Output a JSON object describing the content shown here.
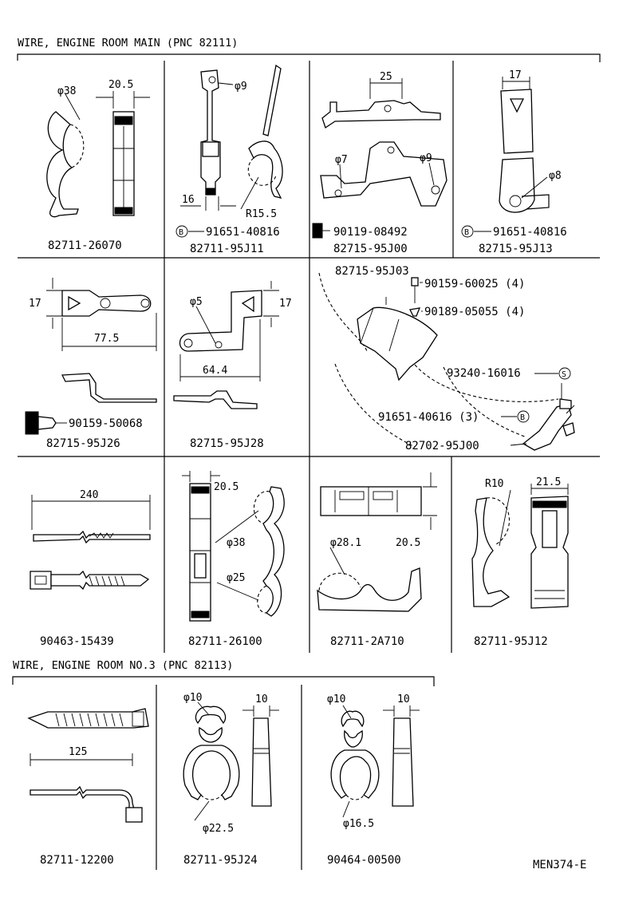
{
  "sections": {
    "main": "WIRE, ENGINE ROOM MAIN (PNC 82111)",
    "no3": "WIRE, ENGINE ROOM NO.3 (PNC 82113)"
  },
  "row1": {
    "c1": {
      "d1": "φ38",
      "d2": "20.5",
      "part": "82711-26070"
    },
    "c2": {
      "d1": "φ9",
      "d2": "16",
      "d3": "R15.5",
      "sub_symbol": "B",
      "sub_part": "91651-40816",
      "part": "82711-95J11"
    },
    "c3": {
      "d1": "25",
      "d2": "φ7",
      "d3": "φ9",
      "sub_part": "90119-08492",
      "part": "82715-95J00"
    },
    "c4": {
      "d1": "17",
      "d2": "φ8",
      "sub_symbol": "B",
      "sub_part": "91651-40816",
      "part": "82715-95J13"
    }
  },
  "row2": {
    "c1": {
      "d1": "17",
      "d2": "77.5",
      "sub_part": "90159-50068",
      "part": "82715-95J26"
    },
    "c2": {
      "d1": "φ5",
      "d2": "17",
      "d3": "64.4",
      "part": "82715-95J28"
    },
    "c3": {
      "top_part": "82715-95J03",
      "p1": "90159-60025 (4)",
      "p2": "90189-05055 (4)",
      "p3": "93240-16016",
      "p3_symbol": "S",
      "p4": "91651-40616 (3)",
      "p4_symbol": "B",
      "p5": "82702-95J00"
    }
  },
  "row3": {
    "c1": {
      "d1": "240",
      "part": "90463-15439"
    },
    "c2": {
      "d1": "20.5",
      "d2": "φ38",
      "d3": "φ25",
      "part": "82711-26100"
    },
    "c3": {
      "d1": "φ28.1",
      "d2": "20.5",
      "part": "82711-2A710"
    },
    "c4": {
      "d1": "R10",
      "d2": "21.5",
      "part": "82711-95J12"
    }
  },
  "row4": {
    "c1": {
      "d1": "125",
      "part": "82711-12200"
    },
    "c2": {
      "d1": "φ10",
      "d2": "10",
      "d3": "φ22.5",
      "part": "82711-95J24"
    },
    "c3": {
      "d1": "φ10",
      "d2": "10",
      "d3": "φ16.5",
      "part": "90464-00500"
    }
  },
  "figure_code": "MEN374-E"
}
